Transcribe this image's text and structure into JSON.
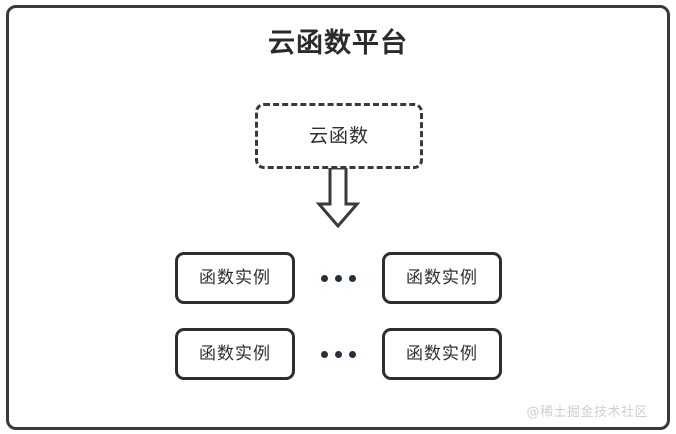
{
  "diagram": {
    "title": "云函数平台",
    "colors": {
      "stroke": "#3a3a3a",
      "box_stroke": "#2e2e2e",
      "text": "#2f2f2f",
      "title_text": "#2b2b2b",
      "dot": "#262f3d",
      "watermark": "#cfcfcf",
      "background": "#ffffff"
    },
    "function_node": {
      "label": "云函数",
      "border_style": "dashed"
    },
    "arrow": {
      "name": "down-block-arrow",
      "direction": "down"
    },
    "instance_rows": [
      {
        "left": {
          "label": "函数实例"
        },
        "separator": "...",
        "right": {
          "label": "函数实例"
        }
      },
      {
        "left": {
          "label": "函数实例"
        },
        "separator": "...",
        "right": {
          "label": "函数实例"
        }
      }
    ],
    "watermark": "@稀土掘金技术社区"
  }
}
